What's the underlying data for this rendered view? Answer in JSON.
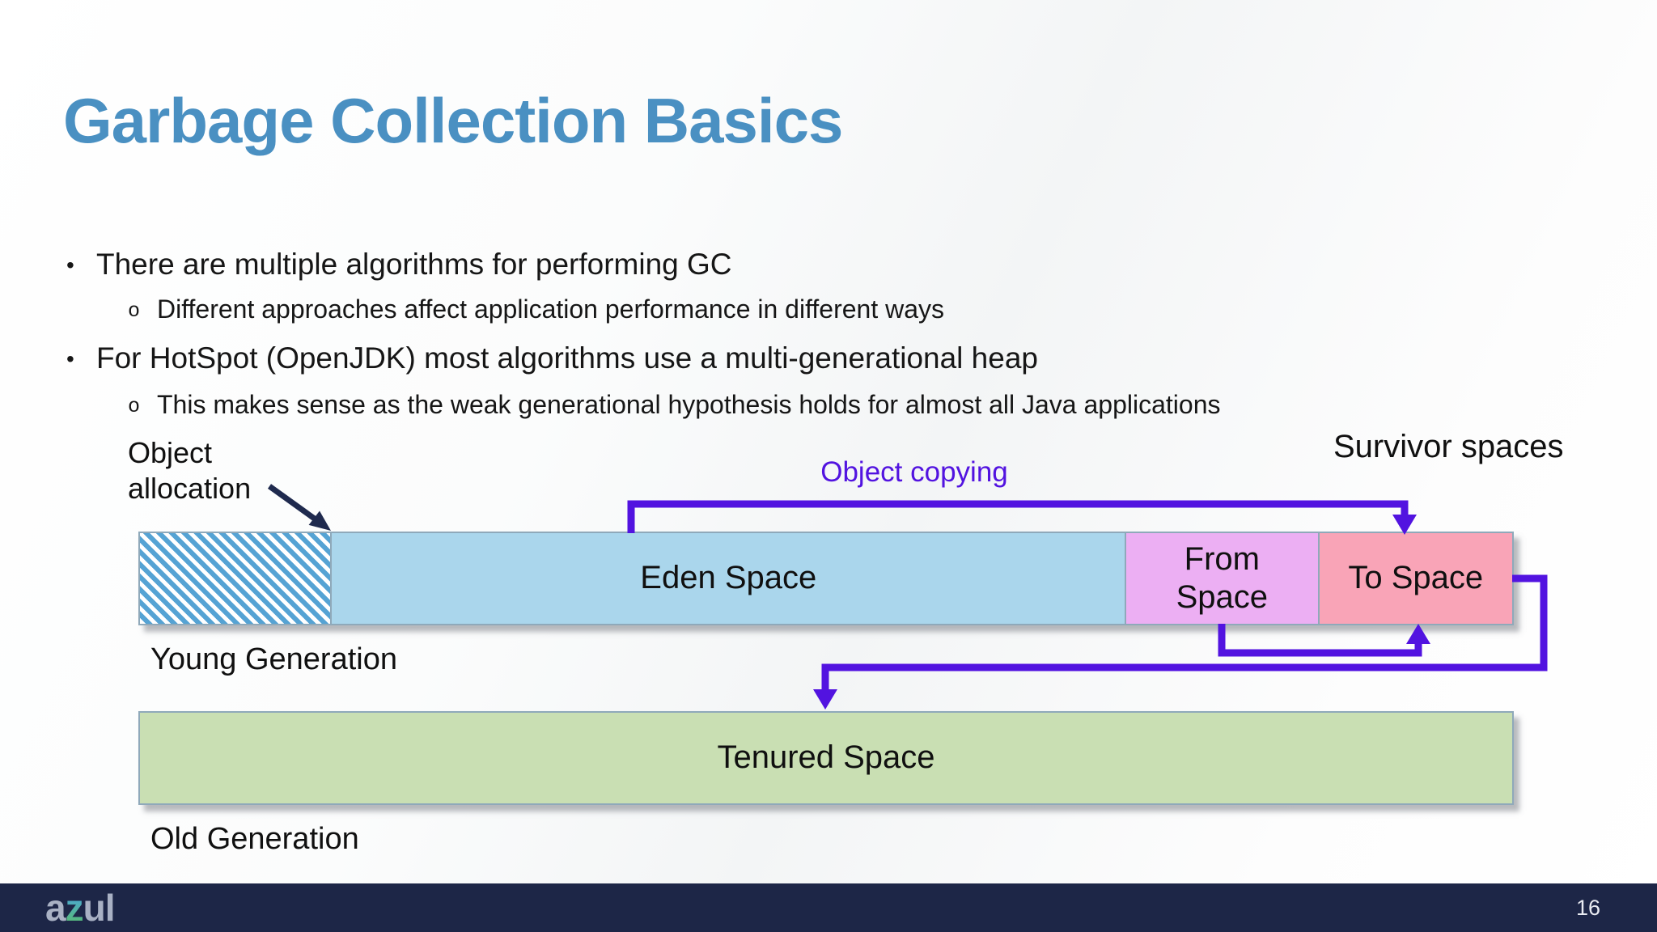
{
  "slide": {
    "title": "Garbage Collection Basics",
    "page_number": "16",
    "logo": {
      "a": "a",
      "z": "z",
      "ul": "ul"
    }
  },
  "bullets": {
    "glyph_l1": "•",
    "glyph_l2": "o",
    "b1": "There are multiple algorithms for performing GC",
    "b1_sub": "Different approaches affect application performance in different ways",
    "b2": "For HotSpot (OpenJDK) most algorithms use a multi-generational heap",
    "b2_sub": "This makes sense as the weak generational hypothesis holds for almost all Java applications"
  },
  "diagram": {
    "object_allocation_label": "Object allocation",
    "object_copying_label": "Object copying",
    "survivor_spaces_label": "Survivor spaces",
    "young_generation_label": "Young Generation",
    "old_generation_label": "Old Generation",
    "eden_label": "Eden Space",
    "from_label": "From Space",
    "to_label": "To Space",
    "tenured_label": "Tenured Space",
    "colors": {
      "title": "#4a90c2",
      "eden_fill": "#aad6ec",
      "hatch_stripe": "#55a3d4",
      "from_fill": "#ecaff3",
      "to_fill": "#f9a4b7",
      "tenured_fill": "#c9dfb3",
      "bar_border": "#8fa9ba",
      "arrow_purple": "#5213e0",
      "arrow_navy": "#1f2a4e",
      "footer_bg": "#1d2647"
    }
  }
}
